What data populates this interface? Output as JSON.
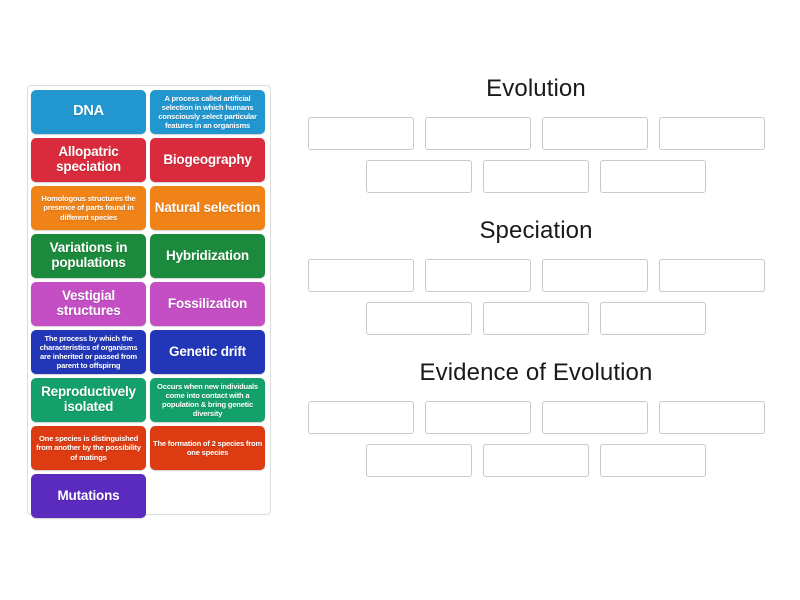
{
  "activity": {
    "type": "group-sort",
    "tray_label": "Draggable answer tiles"
  },
  "colors": {
    "blue": "#2196cf",
    "red": "#d92b3c",
    "orange": "#f08318",
    "green": "#1c8a3c",
    "magenta": "#c44fc4",
    "navy": "#2237b8",
    "teal": "#13a06a",
    "vermillion": "#dd3c12",
    "purple": "#5b2bbf",
    "slot_border": "#c9c9c9",
    "tray_border": "#dcdcdc",
    "title_text": "#1a1a1a"
  },
  "tiles": [
    {
      "text": "DNA",
      "color": "#2196cf",
      "size": "lg"
    },
    {
      "text": "A process called artificial selection in which humans consciously select particular features in an organisms",
      "color": "#2196cf",
      "size": "sm"
    },
    {
      "text": "Allopatric speciation",
      "color": "#d92b3c",
      "size": "md"
    },
    {
      "text": "Biogeography",
      "color": "#d92b3c",
      "size": "md"
    },
    {
      "text": "Homologous structures the presence of parts found in different species",
      "color": "#f08318",
      "size": "sm"
    },
    {
      "text": "Natural selection",
      "color": "#f08318",
      "size": "md"
    },
    {
      "text": "Variations in populations",
      "color": "#1c8a3c",
      "size": "md"
    },
    {
      "text": "Hybridization",
      "color": "#1c8a3c",
      "size": "md"
    },
    {
      "text": "Vestigial structures",
      "color": "#c44fc4",
      "size": "md"
    },
    {
      "text": "Fossilization",
      "color": "#c44fc4",
      "size": "md"
    },
    {
      "text": "The process by which the characteristics of organisms are inherited or passed from parent to offspirng",
      "color": "#2237b8",
      "size": "sm"
    },
    {
      "text": "Genetic drift",
      "color": "#2237b8",
      "size": "md"
    },
    {
      "text": "Reproductively isolated",
      "color": "#13a06a",
      "size": "md"
    },
    {
      "text": "Occurs when new individuals come into contact with a population & bring genetic diversity",
      "color": "#13a06a",
      "size": "sm"
    },
    {
      "text": "One species is distinguished from another by the possibility of matings",
      "color": "#dd3c12",
      "size": "sm"
    },
    {
      "text": "The formation of 2 species from one species",
      "color": "#dd3c12",
      "size": "sm"
    },
    {
      "text": "Mutations",
      "color": "#5b2bbf",
      "size": "md"
    }
  ],
  "categories": [
    {
      "title": "Evolution",
      "rows": [
        [
          "",
          "",
          "",
          ""
        ],
        [
          "",
          "",
          ""
        ]
      ]
    },
    {
      "title": "Speciation",
      "rows": [
        [
          "",
          "",
          "",
          ""
        ],
        [
          "",
          "",
          ""
        ]
      ]
    },
    {
      "title": "Evidence of Evolution",
      "rows": [
        [
          "",
          "",
          "",
          ""
        ],
        [
          "",
          "",
          ""
        ]
      ]
    }
  ]
}
